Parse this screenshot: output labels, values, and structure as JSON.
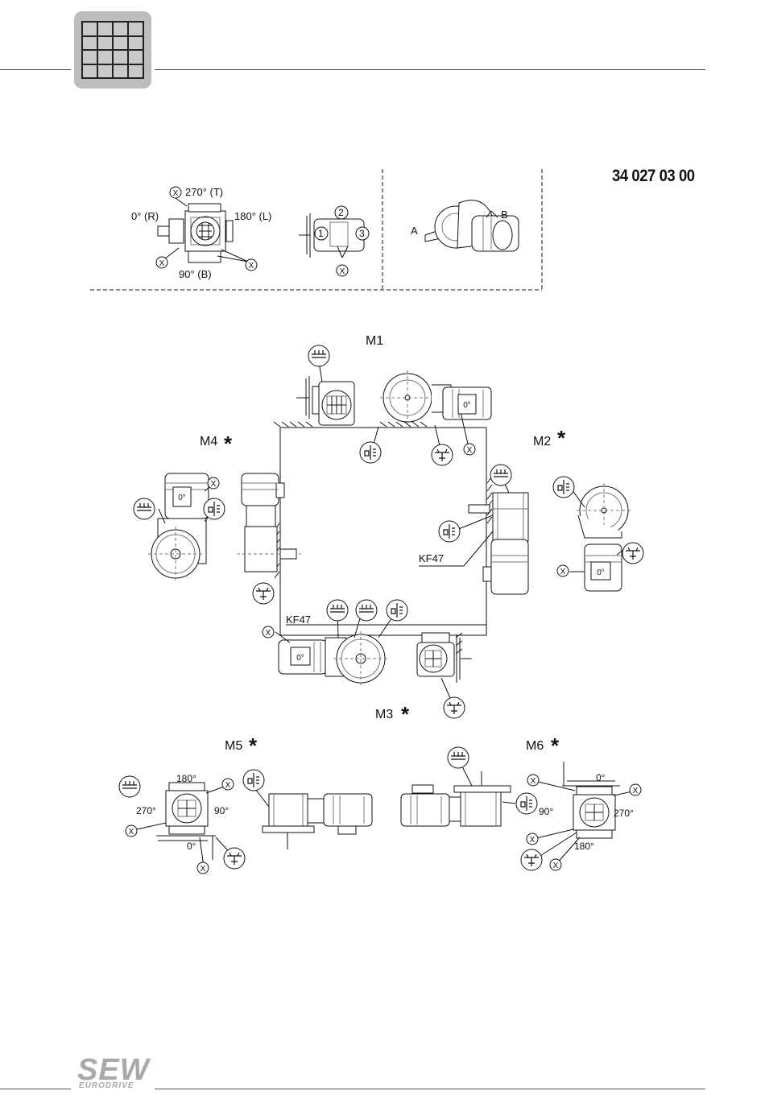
{
  "header": {
    "doc_number": "34 027 03 00"
  },
  "legend": {
    "angle_0": "0° (R)",
    "angle_90": "90° (B)",
    "angle_180": "180° (L)",
    "angle_270": "270° (T)",
    "face_1": "1",
    "face_2": "2",
    "face_3": "3",
    "side_a": "A",
    "side_b": "B",
    "drain_mark": "X"
  },
  "positions": {
    "m1": "M1",
    "m2": "M2",
    "m3": "M3",
    "m4": "M4",
    "m5": "M5",
    "m6": "M6",
    "star": "*"
  },
  "labels": {
    "gear_type_top": "KF47",
    "gear_type_bottom": "KF47",
    "zero": "0°"
  },
  "m5_angles": {
    "a180": "180°",
    "a270": "270°",
    "a90": "90°",
    "a0": "0°"
  },
  "m6_angles": {
    "a0": "0°",
    "a90": "90°",
    "a270": "270°",
    "a180": "180°"
  },
  "footer": {
    "logo_main": "SEW",
    "logo_sub": "EURODRIVE"
  }
}
